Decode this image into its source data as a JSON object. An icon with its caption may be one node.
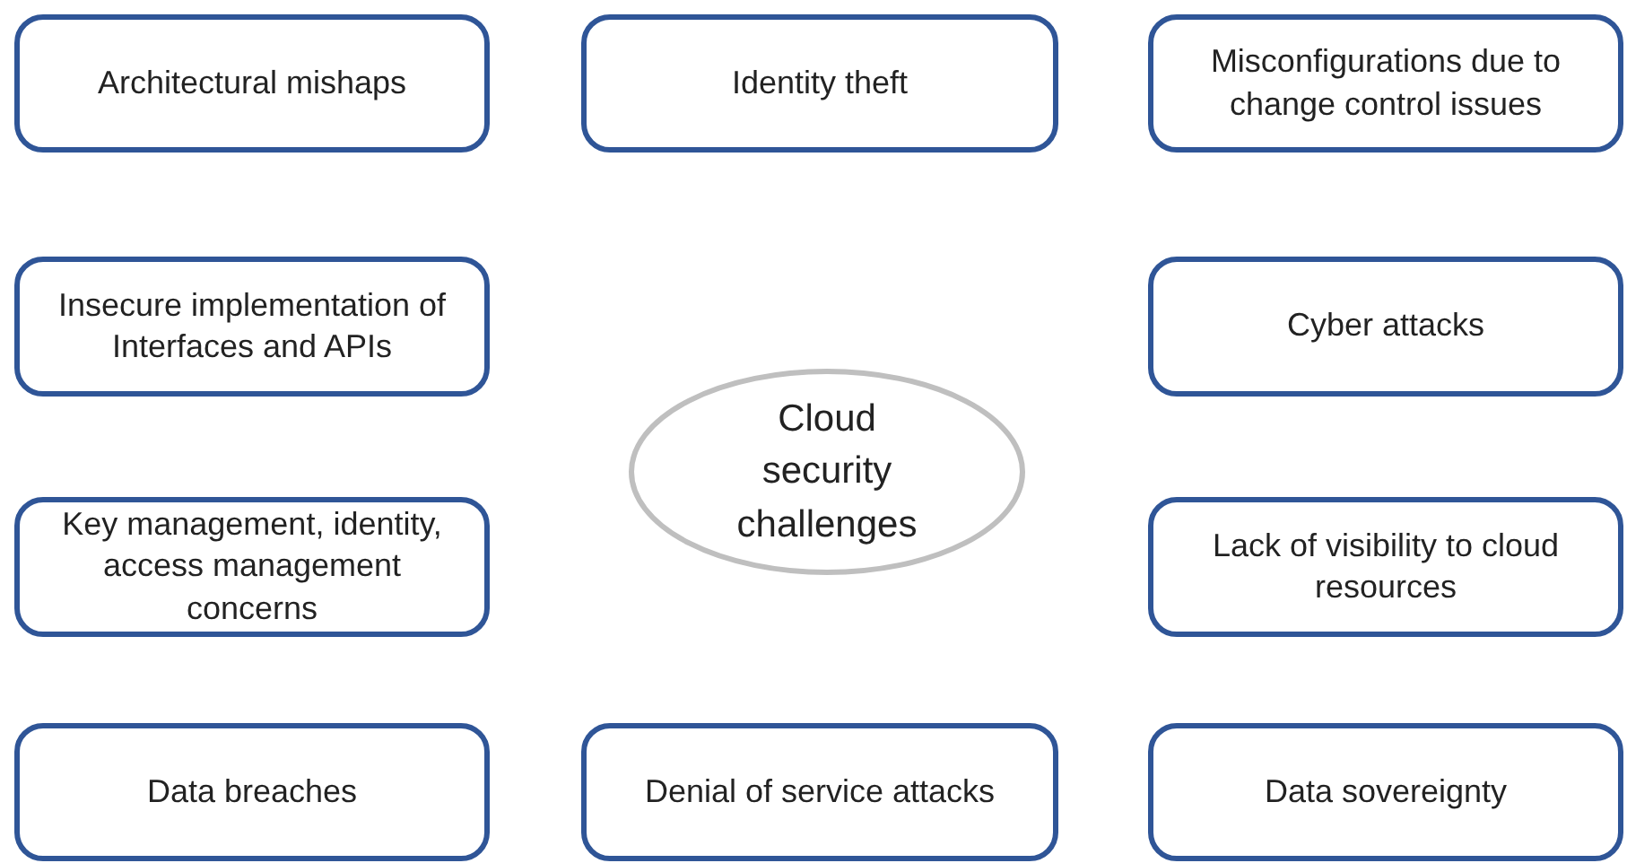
{
  "diagram": {
    "nodes": [
      {
        "text": [
          "Architectural mishaps"
        ]
      },
      {
        "text": [
          "Identity theft"
        ]
      },
      {
        "text": [
          "Misconfigurations due to change control issues"
        ]
      },
      {
        "text": [
          "Insecure implementation of Interfaces and APIs"
        ]
      },
      {
        "text": [
          "Cyber attacks"
        ]
      },
      {
        "text": [
          "Cloud security challenges"
        ]
      },
      {
        "text": [
          "Key management, identity, access management concerns"
        ]
      },
      {
        "text": [
          "Lack of visibility to cloud resources"
        ]
      },
      {
        "text": [
          "Data breaches"
        ]
      },
      {
        "text": [
          "Denial of service attacks"
        ]
      },
      {
        "text": [
          "Data sovereignty"
        ]
      }
    ],
    "edges": []
  }
}
